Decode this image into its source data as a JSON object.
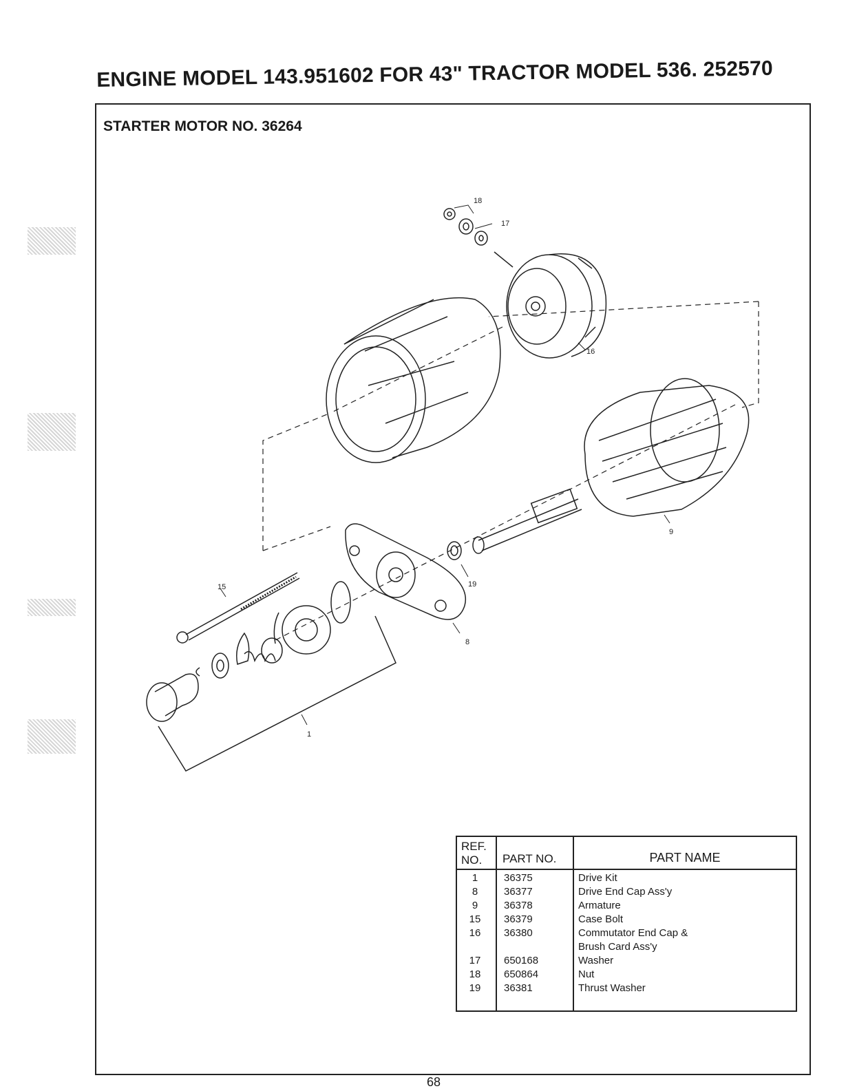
{
  "page": {
    "title": "ENGINE MODEL 143.951602 FOR 43\" TRACTOR MODEL 536. 252570",
    "section_title": "STARTER MOTOR NO. 36264",
    "page_number": "68"
  },
  "diagram": {
    "callouts": [
      "18",
      "17",
      "16",
      "9",
      "19",
      "15",
      "8",
      "1"
    ]
  },
  "parts_table": {
    "headers": {
      "ref": "REF. NO.",
      "part_no": "PART NO.",
      "part_name": "PART NAME"
    },
    "rows": [
      {
        "ref": "1",
        "part_no": "36375",
        "part_name": "Drive Kit"
      },
      {
        "ref": "8",
        "part_no": "36377",
        "part_name": "Drive End Cap Ass'y"
      },
      {
        "ref": "9",
        "part_no": "36378",
        "part_name": "Armature"
      },
      {
        "ref": "15",
        "part_no": "36379",
        "part_name": "Case Bolt"
      },
      {
        "ref": "16",
        "part_no": "36380",
        "part_name": "Commutator End Cap &\nBrush Card Ass'y"
      },
      {
        "ref": "17",
        "part_no": "650168",
        "part_name": "Washer"
      },
      {
        "ref": "18",
        "part_no": "650864",
        "part_name": "Nut"
      },
      {
        "ref": "19",
        "part_no": "36381",
        "part_name": "Thrust Washer"
      }
    ]
  }
}
